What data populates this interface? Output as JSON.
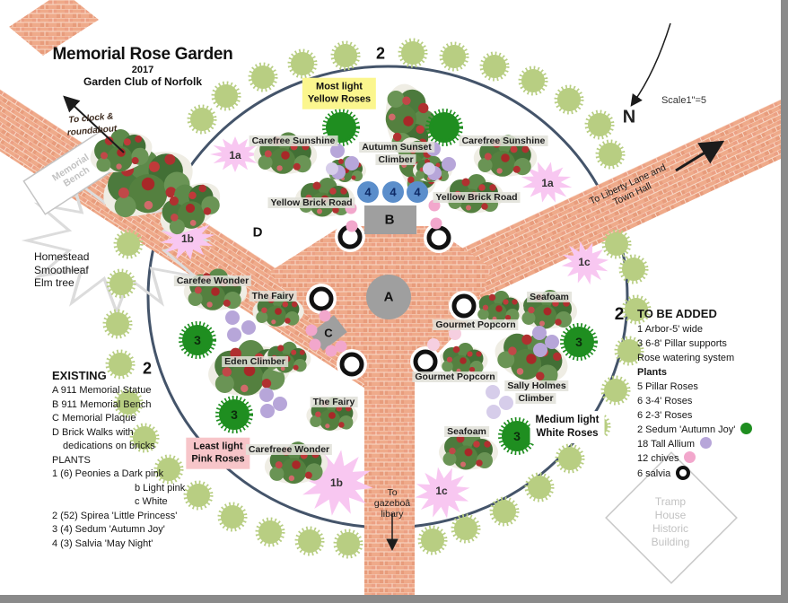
{
  "header": {
    "title": "Memorial Rose Garden",
    "year": "2017",
    "club": "Garden Club of Norfolk"
  },
  "compass": {
    "north": "N",
    "scale": "Scale1\"=5"
  },
  "nav": {
    "clock1": "To clock &",
    "clock2": "roundabout",
    "liberty1": "To Liberty Lane and",
    "liberty2": "Town Hall",
    "gazebo1": "To",
    "gazebo2": "gazeboâ",
    "gazebo3": "libary"
  },
  "landmarks": {
    "bench": "Memorial Bench",
    "elm1": "Homestead",
    "elm2": "Smoothleaf",
    "elm3": "Elm tree",
    "tramp1": "Tramp",
    "tramp2": "House",
    "tramp3": "Historic",
    "tramp4": "Building"
  },
  "zones": {
    "most1": "Most light",
    "most2": "Yellow Roses",
    "least1": "Least light",
    "least2": "Pink Roses",
    "med1": "Medium light",
    "med2": "White Roses"
  },
  "plants": {
    "cs_left": "Carefree Sunshine",
    "cs_right": "Carefree Sunshine",
    "autumn1": "Autumn Sunset",
    "autumn2": "Climber",
    "ybr_left": "Yellow Brick Road",
    "ybr_right": "Yellow Brick Road",
    "carefee": "Carefee Wonder",
    "fairy_upper": "The Fairy",
    "fairy_lower": "The Fairy",
    "eden": "Eden Climber",
    "carefreee": "Carefreee Wonder",
    "seafoam_right": "Seafoam",
    "seafoam_bottom": "Seafoam",
    "gourmet_upper": "Gourmet Popcorn",
    "gourmet_lower": "Gourmet Popcorn",
    "sally1": "Sally Holmes",
    "sally2": "Climber"
  },
  "markers": {
    "a": "A",
    "b": "B",
    "c": "C",
    "d": "D",
    "n2": "2",
    "n3": "3",
    "n4": "4",
    "p1a": "1a",
    "p1b": "1b",
    "p1c": "1c"
  },
  "existing": {
    "heading": "EXISTING",
    "a": "A 911 Memorial Statue",
    "b": "B 911 Memorial Bench",
    "c": "C Memorial Plaque",
    "d1": "D Brick Walks with",
    "d2": "dedications on bricks",
    "plants": "PLANTS",
    "p1": "1 (6) Peonies a Dark pink",
    "p1b": "b Light pink",
    "p1c": "c White",
    "p2": "2 (52) Spirea 'Little Princess'",
    "p3": "3 (4) Sedum 'Autumn Joy'",
    "p4": "4 (3) Salvia 'May Night'"
  },
  "added": {
    "badge": "2",
    "heading": "TO BE ADDED",
    "arbor": "1 Arbor-5' wide",
    "pillar": "3 6-8' Pillar supports",
    "watering": "Rose watering system",
    "plants": "Plants",
    "pillar_roses": "5 Pillar  Roses",
    "roses34": "6 3-4' Roses",
    "roses23": "6 2-3' Roses",
    "sedum": "2 Sedum 'Autumn Joy'",
    "allium": "18 Tall Allium",
    "chives": "12 chives",
    "salvia": "6 salvia"
  },
  "colors": {
    "brick": "#efaa8a",
    "tree_green": "#b8ce82",
    "sedum_green": "#1f8e20",
    "starburst_pink": "#f8c7f1",
    "salvia_blue": "#5b8ecb",
    "chives_pink": "#f2a7cc",
    "allium_purple": "#b7a6d9",
    "most_light_bg": "#fbf68e",
    "least_light_bg": "#f7c5c9"
  }
}
